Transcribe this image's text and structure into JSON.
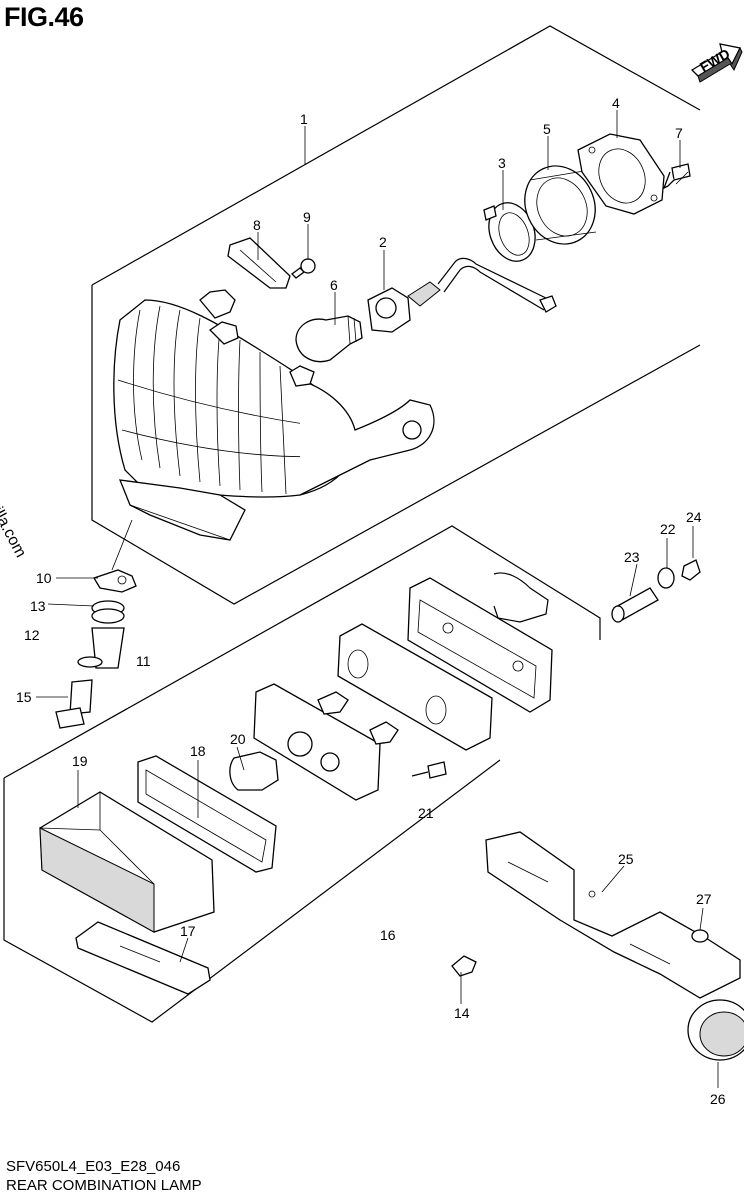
{
  "header": {
    "title": "FIG.46"
  },
  "direction_marker": {
    "label": "FWD",
    "icon": "fwd-arrow-icon"
  },
  "watermark": {
    "text": "© Partzilla.com"
  },
  "footer": {
    "code": "SFV650L4_E03_E28_046",
    "title": "REAR COMBINATION LAMP"
  },
  "callouts": [
    {
      "num": "1"
    },
    {
      "num": "2"
    },
    {
      "num": "3"
    },
    {
      "num": "4"
    },
    {
      "num": "5"
    },
    {
      "num": "6"
    },
    {
      "num": "7"
    },
    {
      "num": "8"
    },
    {
      "num": "9"
    },
    {
      "num": "10"
    },
    {
      "num": "11"
    },
    {
      "num": "12"
    },
    {
      "num": "13"
    },
    {
      "num": "14"
    },
    {
      "num": "15"
    },
    {
      "num": "16"
    },
    {
      "num": "17"
    },
    {
      "num": "18"
    },
    {
      "num": "19"
    },
    {
      "num": "20"
    },
    {
      "num": "21"
    },
    {
      "num": "22"
    },
    {
      "num": "23"
    },
    {
      "num": "24"
    },
    {
      "num": "25"
    },
    {
      "num": "26"
    },
    {
      "num": "27"
    }
  ]
}
